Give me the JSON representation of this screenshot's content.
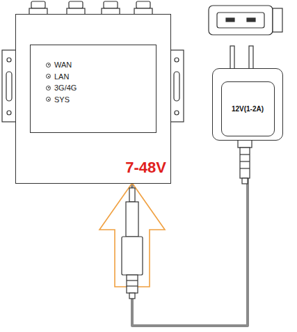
{
  "diagram": {
    "nodes": [
      {
        "text": [
          "7-48V"
        ]
      },
      {
        "text": [
          "WAN",
          "LAN",
          "3G/4G",
          "SYS"
        ],
        "in": 0
      },
      {
        "text": [
          "12V(1-2A)"
        ]
      }
    ],
    "edges": [
      {
        "from": 2,
        "to": 0,
        "arrow": "none"
      }
    ]
  }
}
